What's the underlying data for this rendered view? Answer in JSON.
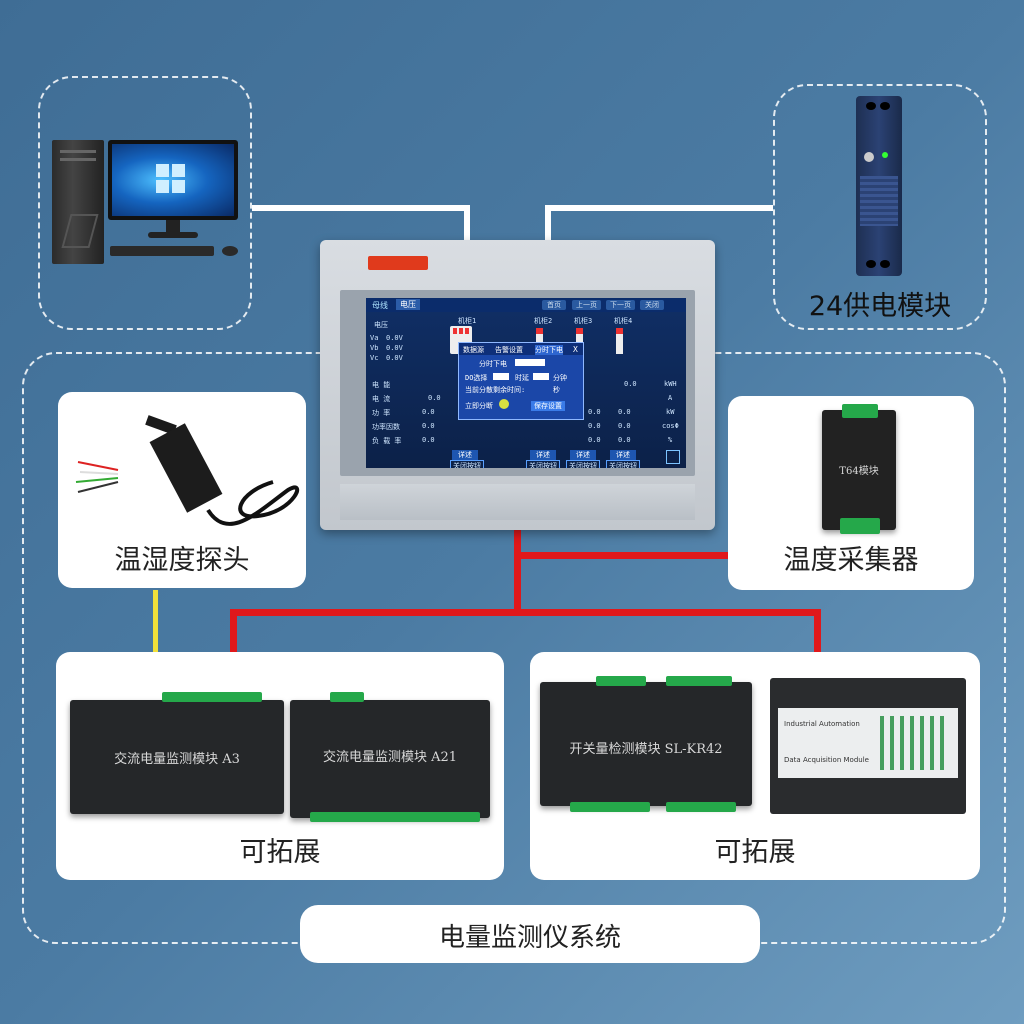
{
  "labels": {
    "power": "24供电模块",
    "probe": "温湿度探头",
    "collector": "温度采集器",
    "expand_left": "可拓展",
    "expand_right": "可拓展",
    "system": "电量监测仪系统"
  },
  "modules": {
    "a3": "交流电量监测模块 A3",
    "a21": "交流电量监测模块 A21",
    "kr42": "开关量检测模块 SL-KR42",
    "t64": "T64模块",
    "da_line1": "Industrial Automation",
    "da_line2": "Data Acquisition Module"
  },
  "screen": {
    "tab_active": "母线",
    "tab2": "电压",
    "nav": [
      "首页",
      "上一页",
      "下一页",
      "关闭"
    ],
    "voltage_title": "电压",
    "va": "Va",
    "vb": "Vb",
    "vc": "Vc",
    "v_val": "0.0V",
    "cabinets": [
      "机柜1",
      "机柜2",
      "机柜3",
      "机柜4"
    ],
    "rows": [
      "电  能",
      "电  流",
      "功  率",
      "功率因数",
      "负 载 率"
    ],
    "zero": "0.0",
    "units": [
      "kWH",
      "A",
      "kW",
      "cosΦ",
      "%"
    ],
    "popup_tabs": [
      "数据源",
      "告警设置",
      "分时下电"
    ],
    "popup_close": "X",
    "popup_title": "分时下电",
    "popup_row1a": "DO选择",
    "popup_row1b": "时延",
    "popup_row1c": "分钟",
    "popup_row2": "当前分散剩余时间:",
    "popup_row2b": "秒",
    "popup_row3": "立即分断",
    "popup_save": "保存设置",
    "btn_detail": "详述",
    "btn_close": "关闭按钮"
  },
  "colors": {
    "red_wire": "#e0181b",
    "yellow_wire": "#f1e03a",
    "screen_bg": "#0e2a5c"
  }
}
